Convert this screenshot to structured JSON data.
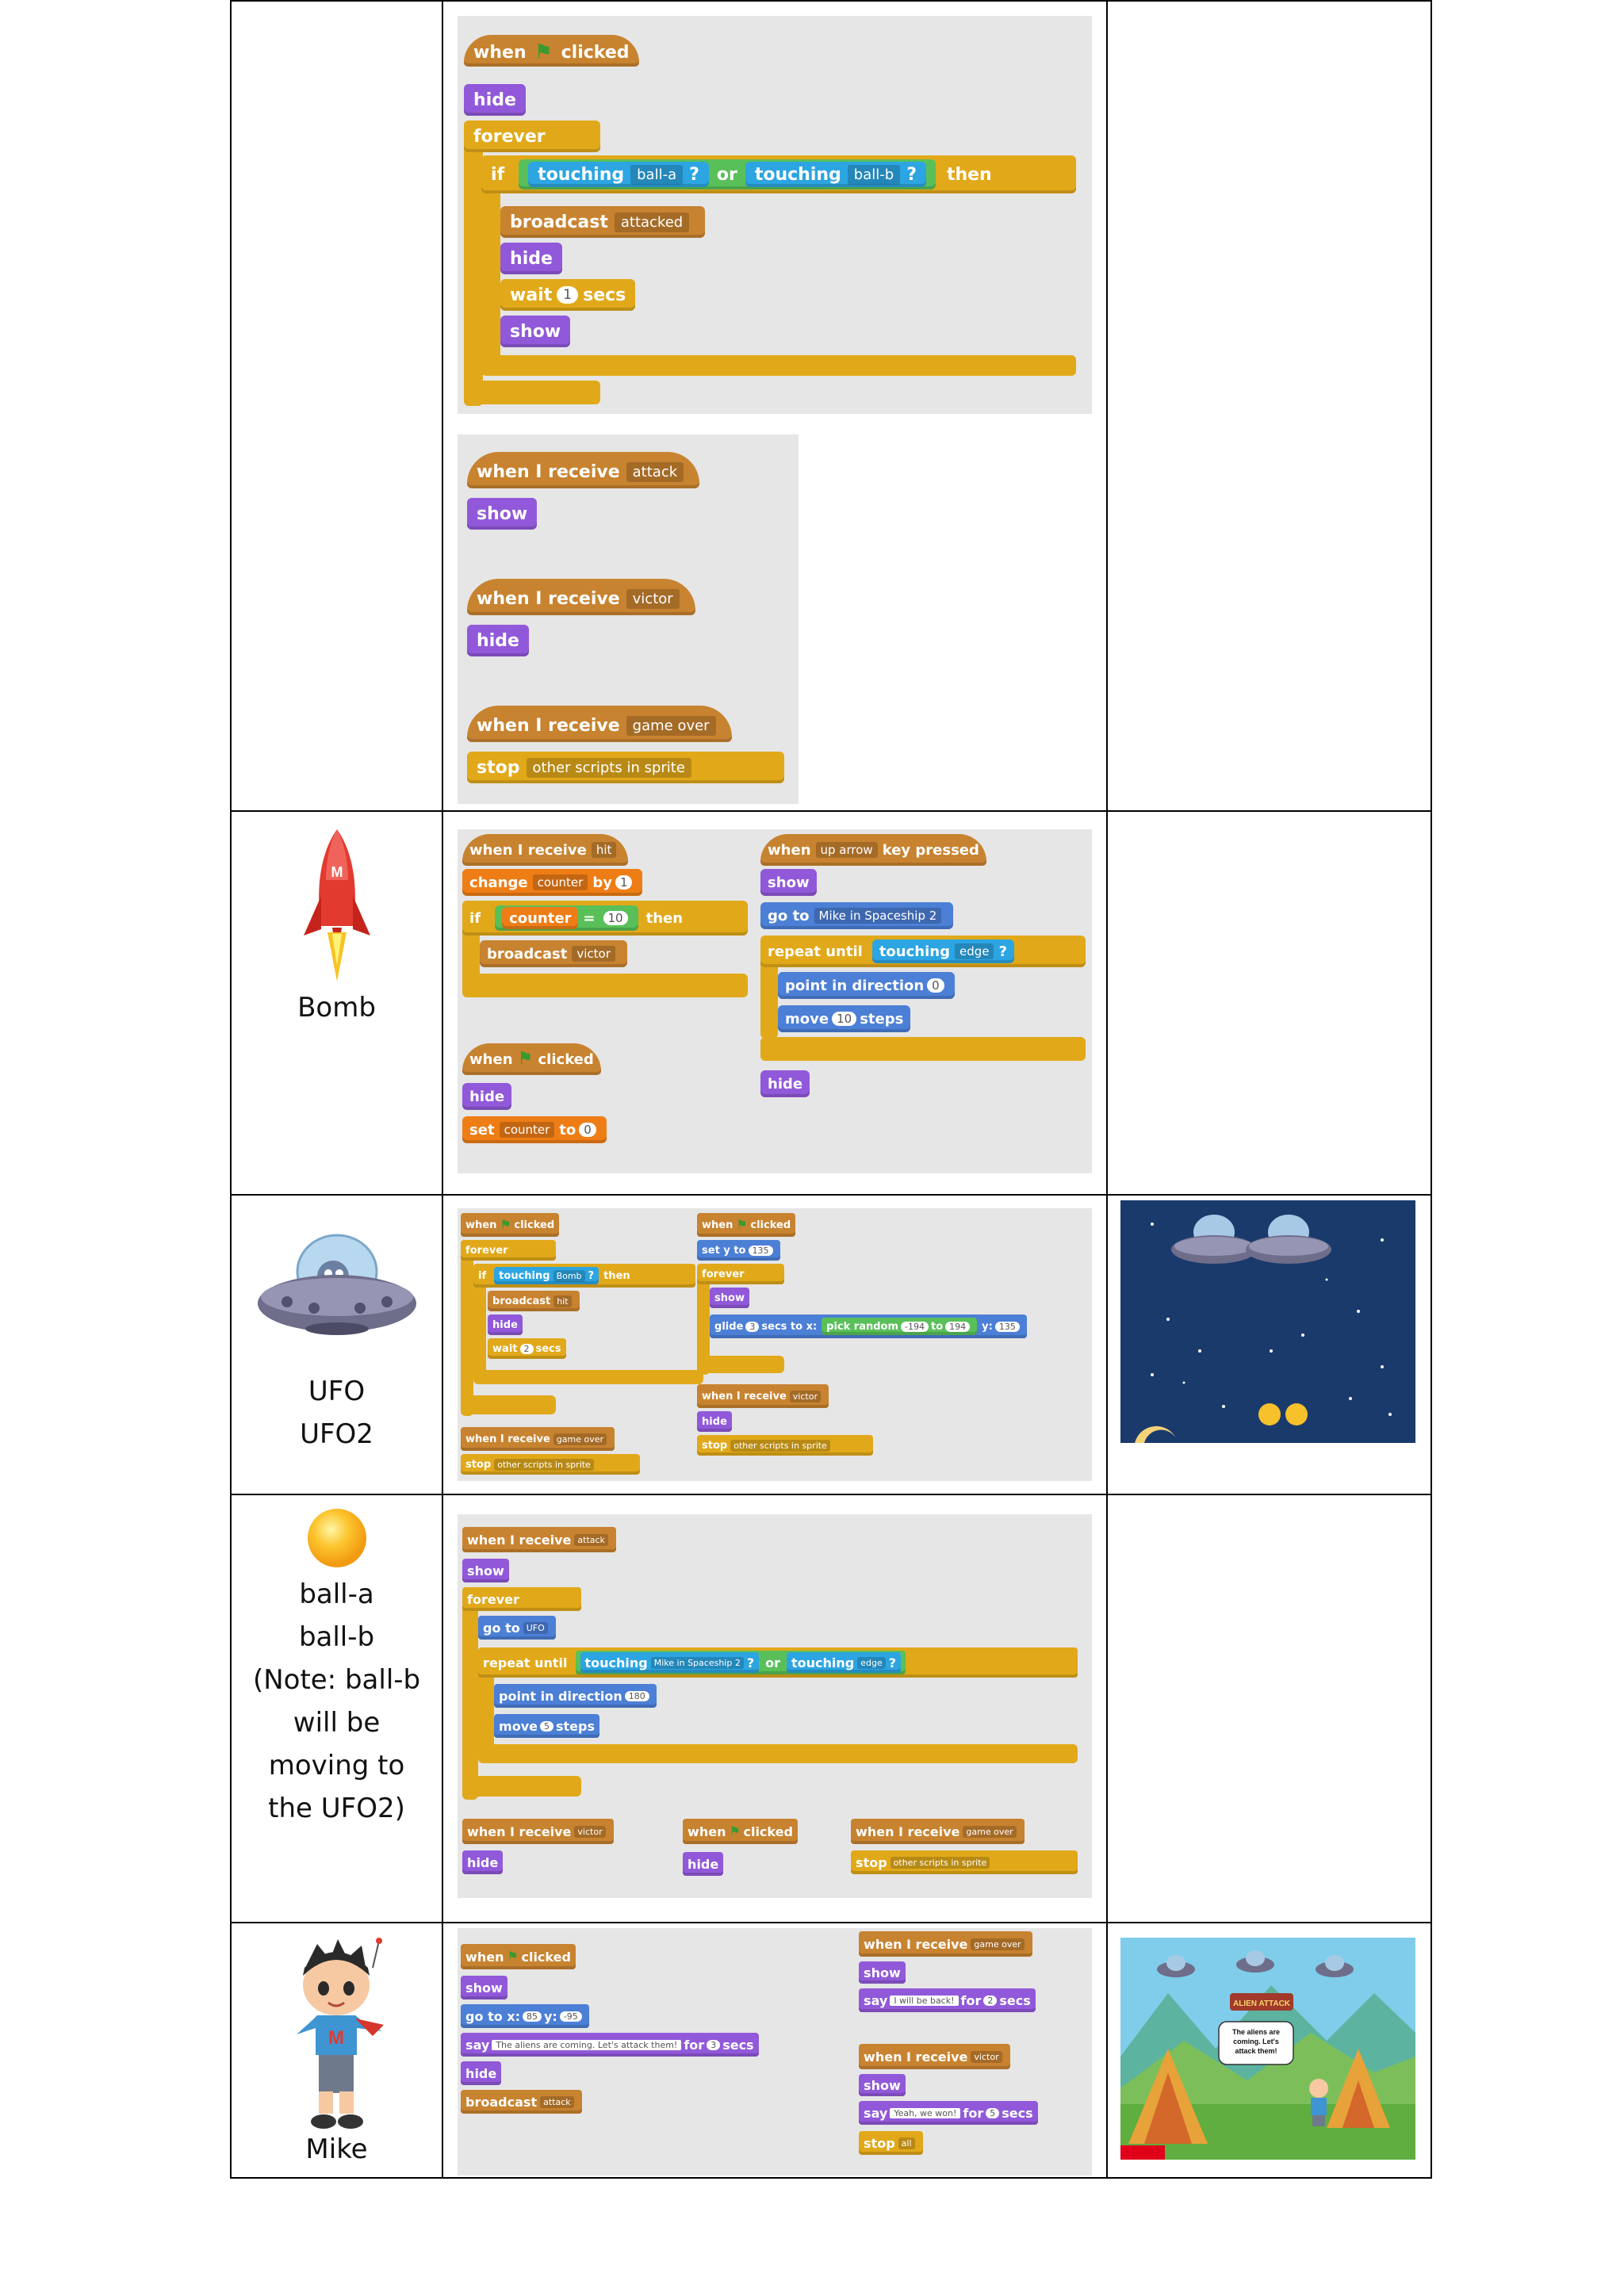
{
  "sprites": {
    "bomb_name": "Bomb",
    "ufo_names": [
      "UFO",
      "UFO2"
    ],
    "ball_names": [
      "ball-a",
      "ball-b",
      "(Note: ball-b",
      "will be",
      "moving to",
      "the UFO2)"
    ],
    "mike_name": "Mike"
  },
  "row0": {
    "s1": {
      "when": "when",
      "clicked": "clicked",
      "hide": "hide",
      "forever": "forever",
      "if": "if",
      "touching": "touching",
      "ball_a": "ball-a",
      "q": "?",
      "or": "or",
      "ball_b": "ball-b",
      "then": "then",
      "broadcast": "broadcast",
      "attacked": "attacked",
      "hide2": "hide",
      "wait": "wait",
      "wait_n": "1",
      "secs": "secs",
      "show": "show"
    },
    "s2": {
      "when_i_receive": "when I receive",
      "attack": "attack",
      "show": "show",
      "victor": "victor",
      "hide": "hide",
      "game_over": "game over",
      "stop": "stop",
      "other_scripts": "other scripts in sprite"
    }
  },
  "bomb": {
    "a": {
      "when_i_receive": "when I receive",
      "hit": "hit",
      "change": "change",
      "counter": "counter",
      "by": "by",
      "by_n": "1",
      "if": "if",
      "eq": "=",
      "eq_n": "10",
      "then": "then",
      "broadcast": "broadcast",
      "victor": "victor"
    },
    "b": {
      "when": "when",
      "clicked": "clicked",
      "hide": "hide",
      "set": "set",
      "counter": "counter",
      "to": "to",
      "to_n": "0"
    },
    "c": {
      "when": "when",
      "up_arrow": "up arrow",
      "key_pressed": "key pressed",
      "show": "show",
      "go_to": "go to",
      "target": "Mike in Spaceship 2",
      "repeat_until": "repeat until",
      "touching": "touching",
      "edge": "edge",
      "q": "?",
      "point": "point in direction",
      "dir": "0",
      "move": "move",
      "steps_n": "10",
      "steps": "steps",
      "hide": "hide"
    }
  },
  "ufo": {
    "a": {
      "when": "when",
      "clicked": "clicked",
      "forever": "forever",
      "if": "if",
      "touching": "touching",
      "bomb": "Bomb",
      "q": "?",
      "then": "then",
      "broadcast": "broadcast",
      "hit": "hit",
      "hide": "hide",
      "wait": "wait",
      "wait_n": "2",
      "secs": "secs"
    },
    "b": {
      "when_i_receive": "when I receive",
      "game_over": "game over",
      "stop": "stop",
      "other_scripts": "other scripts in sprite"
    },
    "c": {
      "when": "when",
      "clicked": "clicked",
      "set_y": "set y to",
      "y_n": "135",
      "forever": "forever",
      "show": "show",
      "glide": "glide",
      "glide_n": "3",
      "secs_to_x": "secs to x:",
      "pick_random": "pick random",
      "r1": "-194",
      "to": "to",
      "r2": "194",
      "y": "y:",
      "y2": "135"
    },
    "d": {
      "when_i_receive": "when I receive",
      "victor": "victor",
      "hide": "hide",
      "stop": "stop",
      "other_scripts": "other scripts in sprite"
    }
  },
  "ball": {
    "a": {
      "when_i_receive": "when I receive",
      "attack": "attack",
      "show": "show",
      "forever": "forever",
      "go_to": "go to",
      "ufo": "UFO",
      "repeat_until": "repeat until",
      "touching": "touching",
      "target": "Mike in Spaceship 2",
      "q": "?",
      "or": "or",
      "edge": "edge",
      "point": "point in direction",
      "dir": "180",
      "move": "move",
      "steps_n": "5",
      "steps": "steps"
    },
    "b": {
      "when_i_receive": "when I receive",
      "victor": "victor",
      "hide": "hide",
      "when": "when",
      "clicked": "clicked",
      "game_over": "game over",
      "stop": "stop",
      "other_scripts": "other scripts in sprite"
    }
  },
  "mike": {
    "a": {
      "when": "when",
      "clicked": "clicked",
      "show": "show",
      "go_to_x": "go to x:",
      "x_n": "85",
      "y": "y:",
      "y_n": "-95",
      "say": "say",
      "msg": "The aliens are coming. Let's attack them!",
      "for": "for",
      "for_n": "3",
      "secs": "secs",
      "hide": "hide",
      "broadcast": "broadcast",
      "attack": "attack"
    },
    "b": {
      "when_i_receive": "when I receive",
      "game_over": "game over",
      "show": "show",
      "say": "say",
      "msg1": "I will be back!",
      "for": "for",
      "n1": "2",
      "secs": "secs",
      "victor": "victor",
      "msg2": "Yeah, we won!",
      "n2": "5",
      "stop": "stop",
      "all": "all"
    },
    "scene": {
      "bubble": "The aliens are coming. Let's attack them!",
      "sign": "ALIEN ATTACK"
    }
  },
  "colors": {
    "events": "#c88330",
    "looks": "#9159d9",
    "control": "#e1a91a",
    "motion": "#4c7fd6",
    "sensing": "#2ca5e2",
    "data": "#ee7d16",
    "operators": "#59c059"
  }
}
